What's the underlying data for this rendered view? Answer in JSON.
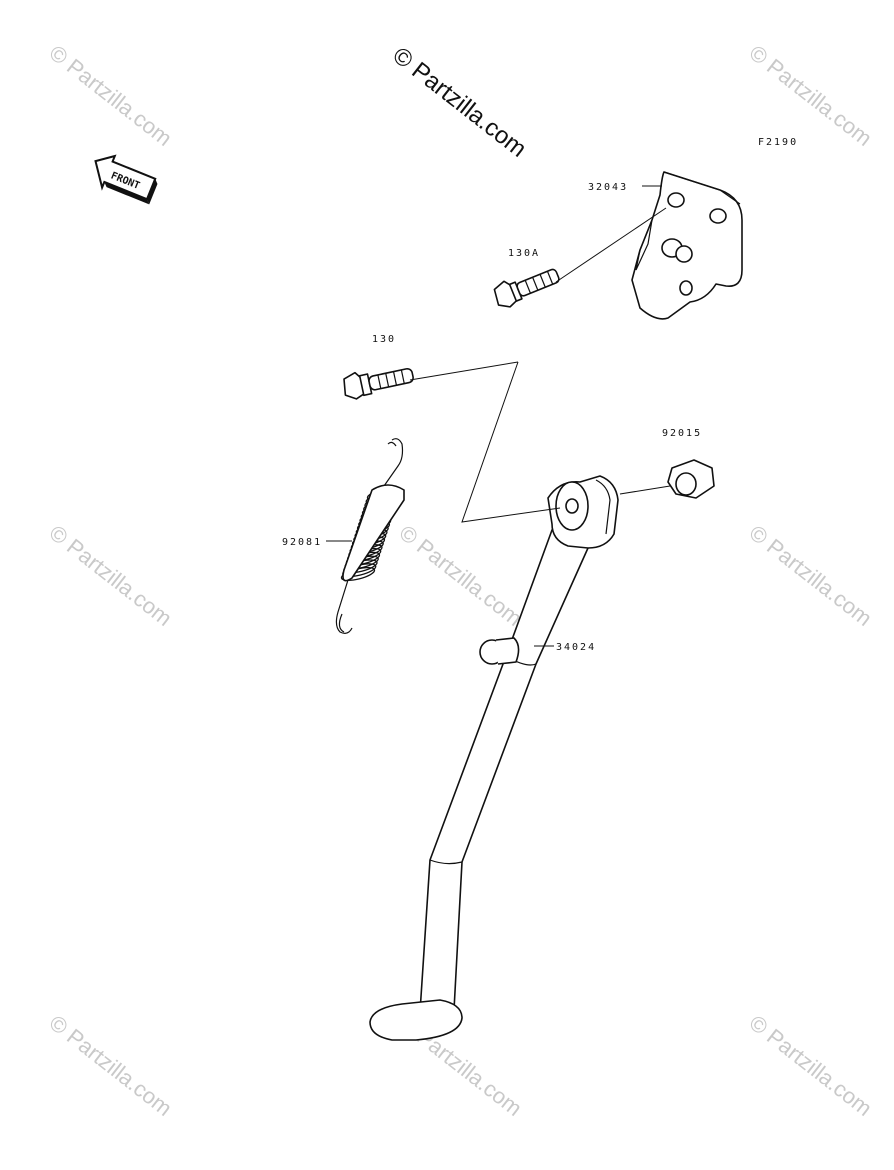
{
  "diagram_id": "F2190",
  "front_label": "FRONT",
  "watermark_main": "© Partzilla.com",
  "watermark_repeat": "© Partzilla.com",
  "parts": {
    "bracket": "32043",
    "bolt_a": "130A",
    "bolt": "130",
    "nut": "92015",
    "spring": "92081",
    "stand": "34024"
  }
}
